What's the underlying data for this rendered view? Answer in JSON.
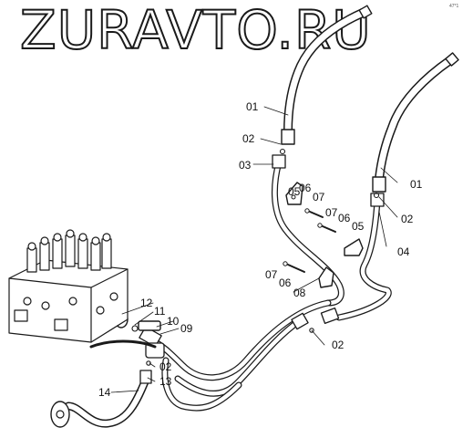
{
  "watermark": "ZURAVTO.RU",
  "corner_code": "47*1",
  "callouts": [
    {
      "id": "c01a",
      "text": "01"
    },
    {
      "id": "c02a",
      "text": "02"
    },
    {
      "id": "c03",
      "text": "03"
    },
    {
      "id": "c05a",
      "text": "05"
    },
    {
      "id": "c06a",
      "text": "06"
    },
    {
      "id": "c07a",
      "text": "07"
    },
    {
      "id": "c07b",
      "text": "07"
    },
    {
      "id": "c06b",
      "text": "06"
    },
    {
      "id": "c05b",
      "text": "05"
    },
    {
      "id": "c01b",
      "text": "01"
    },
    {
      "id": "c02b",
      "text": "02"
    },
    {
      "id": "c04",
      "text": "04"
    },
    {
      "id": "c07c",
      "text": "07"
    },
    {
      "id": "c06c",
      "text": "06"
    },
    {
      "id": "c08",
      "text": "08"
    },
    {
      "id": "c12",
      "text": "12"
    },
    {
      "id": "c11",
      "text": "11"
    },
    {
      "id": "c10",
      "text": "10"
    },
    {
      "id": "c09",
      "text": "09"
    },
    {
      "id": "c02c",
      "text": "02"
    },
    {
      "id": "c02d",
      "text": "02"
    },
    {
      "id": "c13",
      "text": "13"
    },
    {
      "id": "c14",
      "text": "14"
    }
  ]
}
